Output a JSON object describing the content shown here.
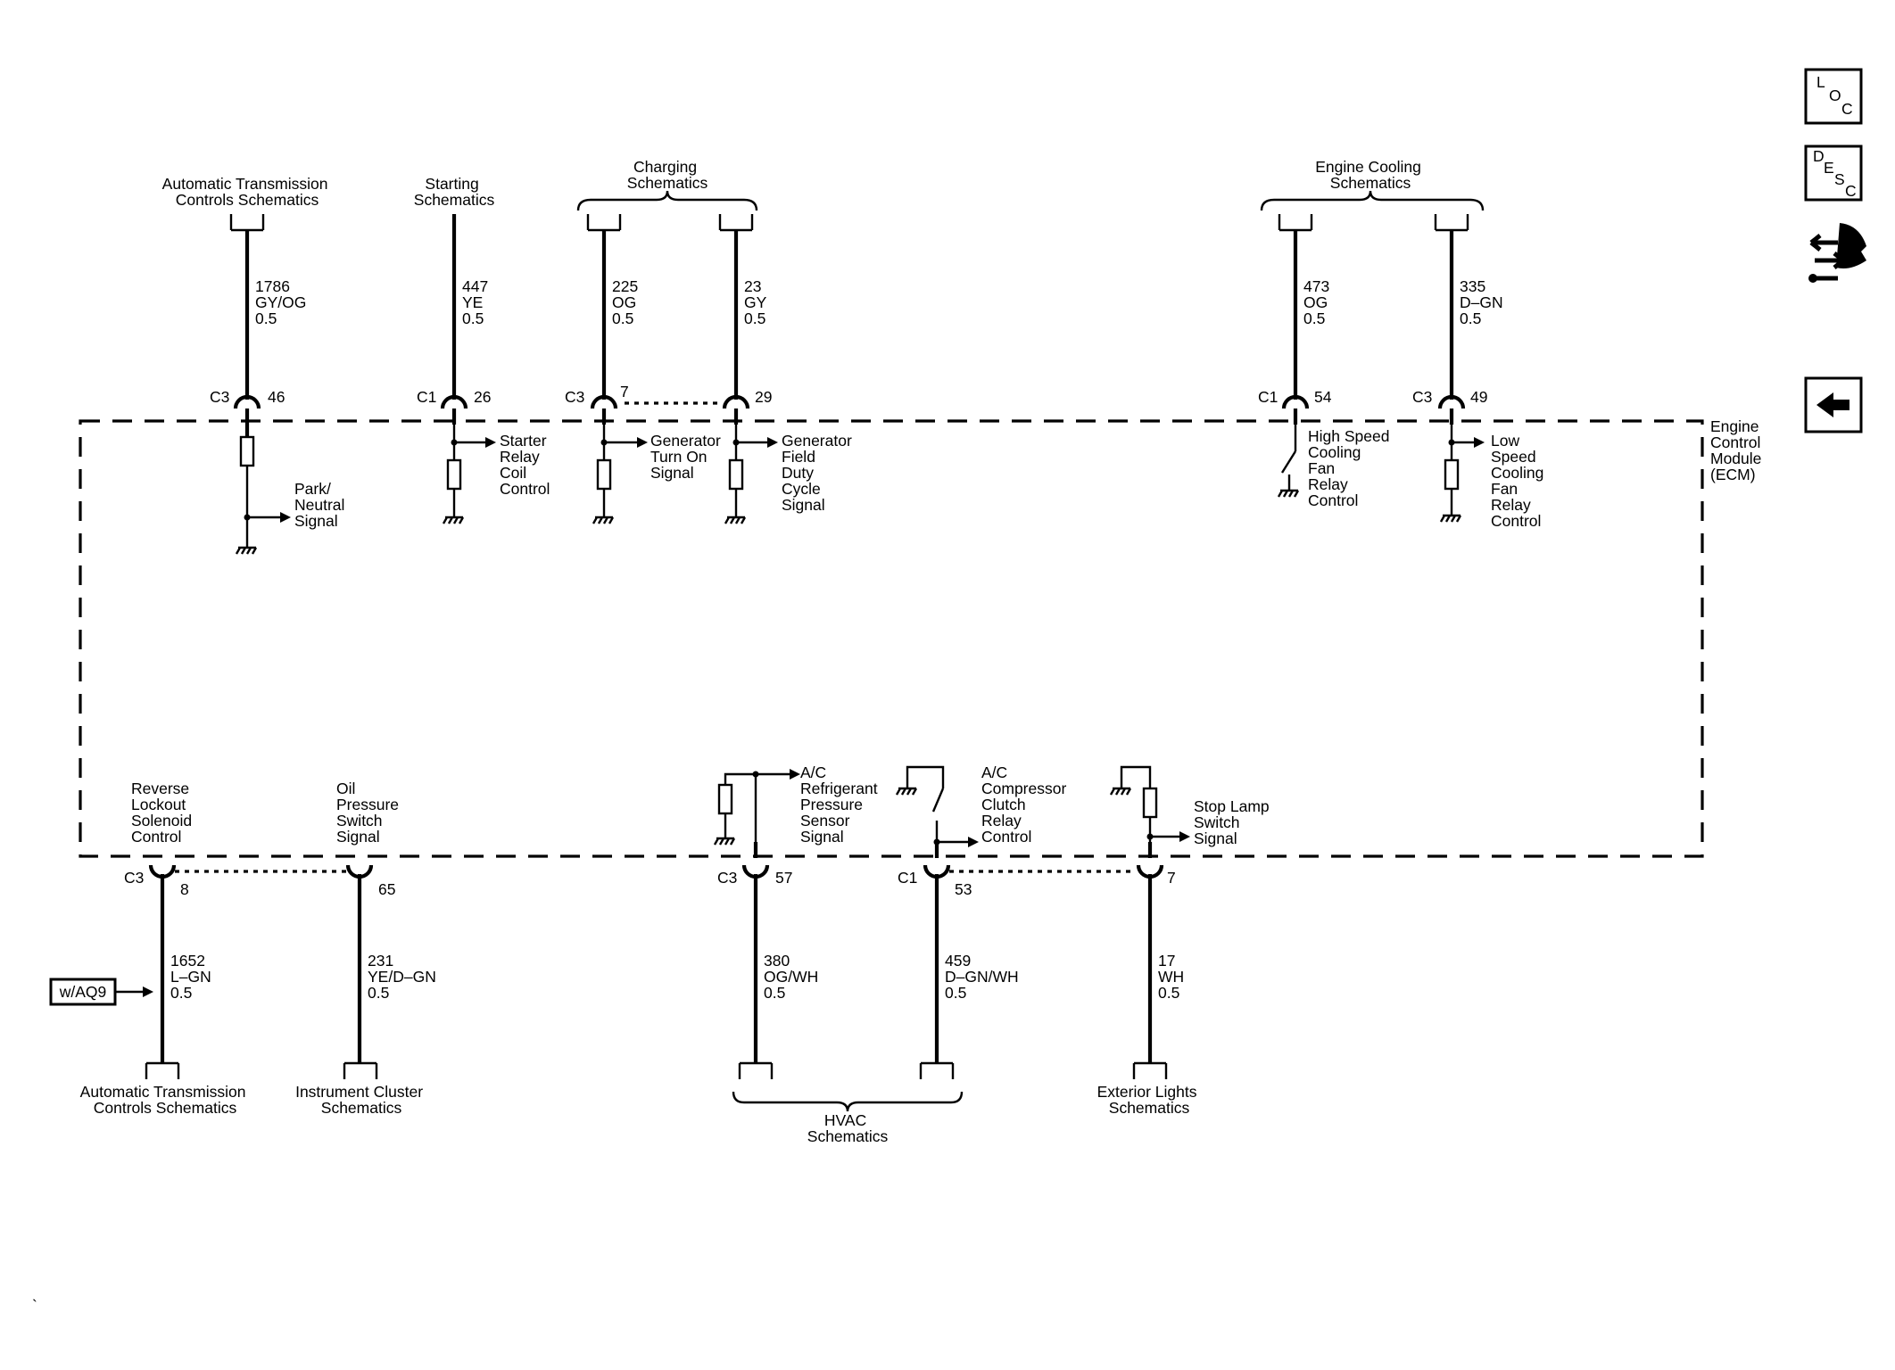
{
  "module": {
    "name_lines": [
      "Engine",
      "Control",
      "Module",
      "(ECM)"
    ]
  },
  "top": {
    "at_controls": [
      "Automatic Transmission",
      "Controls Schematics"
    ],
    "starting": [
      "Starting",
      "Schematics"
    ],
    "charging": [
      "Charging",
      "Schematics"
    ],
    "engine_cooling": [
      "Engine Cooling",
      "Schematics"
    ]
  },
  "bottom": {
    "at_controls": [
      "Automatic Transmission",
      "Controls Schematics"
    ],
    "instrument_cluster": [
      "Instrument Cluster",
      "Schematics"
    ],
    "hvac": [
      "HVAC",
      "Schematics"
    ],
    "exterior_lights": [
      "Exterior Lights",
      "Schematics"
    ]
  },
  "circuits": {
    "park_neutral": {
      "wire": [
        "1786",
        "GY/OG",
        "0.5"
      ],
      "connector": "C3",
      "pin": "46",
      "label": [
        "Park/",
        "Neutral",
        "Signal"
      ]
    },
    "starter_relay": {
      "wire": [
        "447",
        "YE",
        "0.5"
      ],
      "connector": "C1",
      "pin": "26",
      "label": [
        "Starter",
        "Relay",
        "Coil",
        "Control"
      ]
    },
    "gen_turn_on": {
      "wire": [
        "225",
        "OG",
        "0.5"
      ],
      "connector": "C3",
      "pin": "7",
      "label": [
        "Generator",
        "Turn On",
        "Signal"
      ]
    },
    "gen_field": {
      "wire": [
        "23",
        "GY",
        "0.5"
      ],
      "pin": "29",
      "label": [
        "Generator",
        "Field",
        "Duty",
        "Cycle",
        "Signal"
      ]
    },
    "high_speed_fan": {
      "wire": [
        "473",
        "OG",
        "0.5"
      ],
      "connector": "C1",
      "pin": "54",
      "label": [
        "High Speed",
        "Cooling",
        "Fan",
        "Relay",
        "Control"
      ]
    },
    "low_speed_fan": {
      "wire": [
        "335",
        "D–GN",
        "0.5"
      ],
      "connector": "C3",
      "pin": "49",
      "label": [
        "Low",
        "Speed",
        "Cooling",
        "Fan",
        "Relay",
        "Control"
      ]
    },
    "reverse_lockout": {
      "wire": [
        "1652",
        "L–GN",
        "0.5"
      ],
      "connector": "C3",
      "pin": "8",
      "label": [
        "Reverse",
        "Lockout",
        "Solenoid",
        "Control"
      ],
      "option": "w/AQ9"
    },
    "oil_pressure": {
      "wire": [
        "231",
        "YE/D–GN",
        "0.5"
      ],
      "pin": "65",
      "label": [
        "Oil",
        "Pressure",
        "Switch",
        "Signal"
      ]
    },
    "ac_pressure": {
      "wire": [
        "380",
        "OG/WH",
        "0.5"
      ],
      "connector": "C3",
      "pin": "57",
      "label": [
        "A/C",
        "Refrigerant",
        "Pressure",
        "Sensor",
        "Signal"
      ]
    },
    "ac_clutch": {
      "wire": [
        "459",
        "D–GN/WH",
        "0.5"
      ],
      "connector": "C1",
      "pin": "53",
      "label": [
        "A/C",
        "Compressor",
        "Clutch",
        "Relay",
        "Control"
      ]
    },
    "stop_lamp": {
      "wire": [
        "17",
        "WH",
        "0.5"
      ],
      "pin": "7",
      "label": [
        "Stop Lamp",
        "Switch",
        "Signal"
      ]
    }
  },
  "nav": {
    "loc": [
      "L",
      "O",
      "C"
    ],
    "desc": [
      "D",
      "E",
      "S",
      "C"
    ]
  }
}
